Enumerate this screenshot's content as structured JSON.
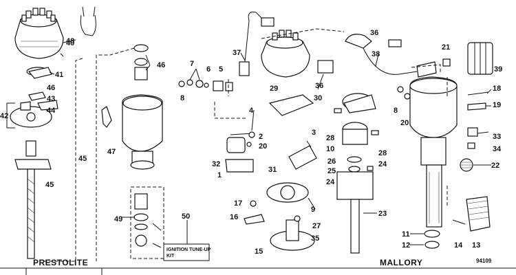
{
  "brands": {
    "left": "PRESTOLITE",
    "right": "MALLORY"
  },
  "kit_label": {
    "line1": "IGNITION TUNE-UP",
    "line2": "KIT"
  },
  "figure_number": "94109",
  "callouts": {
    "c1": "1",
    "c2": "2",
    "c3": "3",
    "c4": "4",
    "c5": "5",
    "c6": "6",
    "c7": "7",
    "c8a": "8",
    "c8b": "8",
    "c9": "9",
    "c10": "10",
    "c11": "11",
    "c12": "12",
    "c13": "13",
    "c14": "14",
    "c15": "15",
    "c16": "16",
    "c17": "17",
    "c18": "18",
    "c19": "19",
    "c20a": "20",
    "c20b": "20",
    "c21": "21",
    "c22": "22",
    "c23": "23",
    "c24a": "24",
    "c24b": "24",
    "c25": "25",
    "c26": "26",
    "c27": "27",
    "c28a": "28",
    "c28b": "28",
    "c29": "29",
    "c30": "30",
    "c31": "31",
    "c32": "32",
    "c33": "33",
    "c34": "34",
    "c35": "35",
    "c36a": "36",
    "c36b": "36",
    "c37": "37",
    "c38": "38",
    "c39": "39",
    "c40": "40",
    "c41": "41",
    "c42": "42",
    "c43": "43",
    "c44": "44",
    "c45a": "45",
    "c45b": "45",
    "c46a": "46",
    "c46b": "46",
    "c47": "47",
    "c48": "48",
    "c49": "49",
    "c50": "50"
  }
}
